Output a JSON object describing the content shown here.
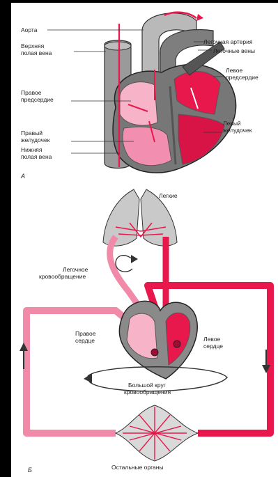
{
  "panel_a": {
    "letter": "А",
    "labels": {
      "aorta": "Аорта",
      "svc_1": "Верхняя",
      "svc_2": "полая вена",
      "ra_1": "Правое",
      "ra_2": "предсердие",
      "rv_1": "Правый",
      "rv_2": "желудочек",
      "ivc_1": "Нижняя",
      "ivc_2": "полая вена",
      "pa": "Легочная артерия",
      "pv": "Легочные вены",
      "la_1": "Левое",
      "la_2": "предсердие",
      "lv_1": "Левый",
      "lv_2": "желудочек"
    }
  },
  "panel_b": {
    "letter": "Б",
    "labels": {
      "lungs": "Легкие",
      "pulm_1": "Легочное",
      "pulm_2": "кровообращение",
      "rh_1": "Правое",
      "rh_2": "сердце",
      "lh_1": "Левое",
      "lh_2": "сердце",
      "sys_1": "Большой круг",
      "sys_2": "кровообращения",
      "organs": "Остальные органы"
    }
  },
  "colors": {
    "arterial": "#e8174c",
    "venous": "#f08aa8",
    "vessel_gray": "#8f8f8f",
    "light_gray": "#c9c9c9",
    "pink_fill": "#f7b4c8"
  }
}
